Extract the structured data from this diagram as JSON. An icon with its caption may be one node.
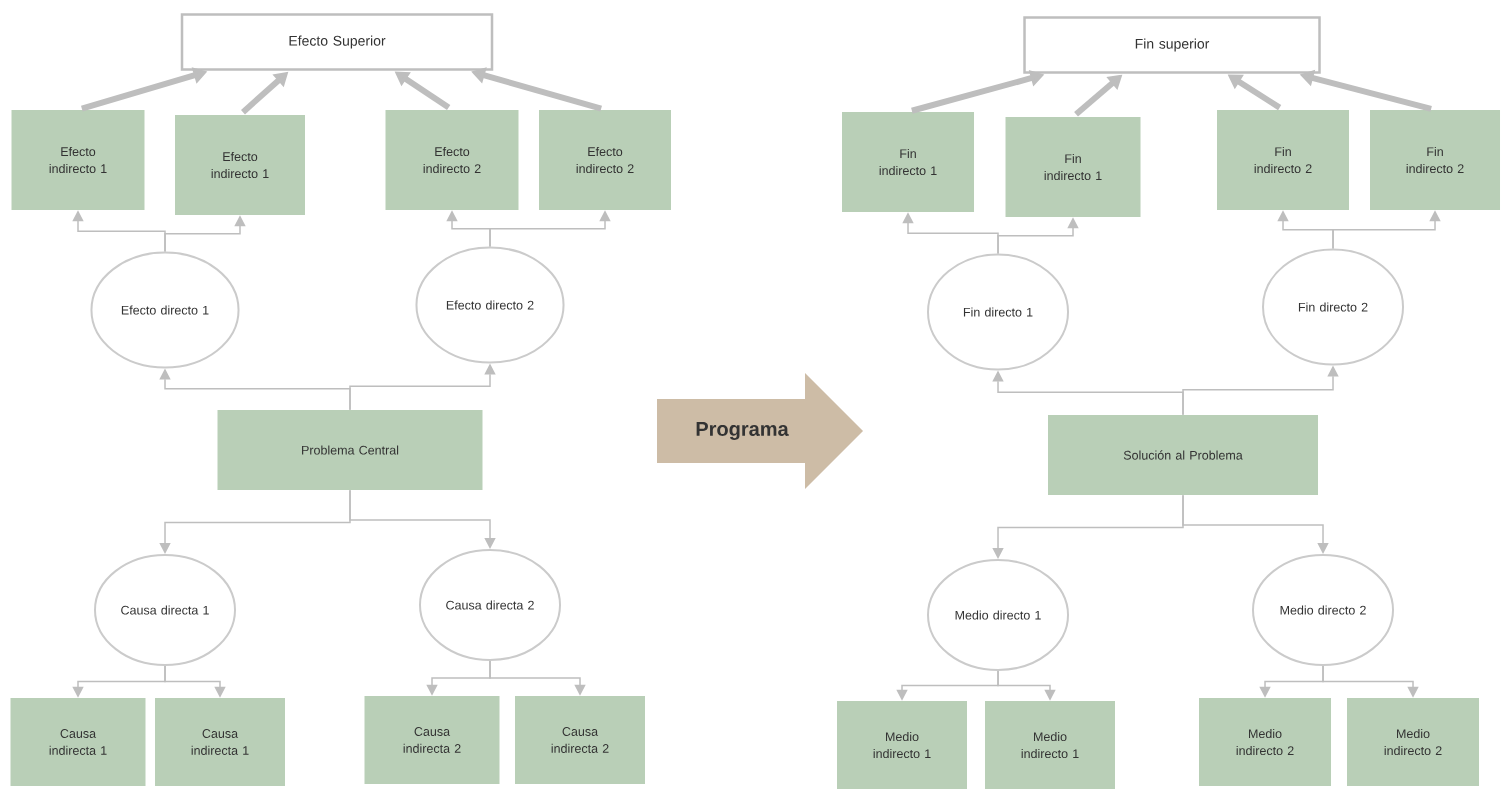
{
  "diagram": {
    "nodes": [
      {
        "text": [
          "Efecto Superior"
        ]
      },
      {
        "text": [
          "Efecto indirecto 1"
        ]
      },
      {
        "text": [
          "Efecto indirecto 1"
        ]
      },
      {
        "text": [
          "Efecto indirecto 2"
        ]
      },
      {
        "text": [
          "Efecto indirecto 2"
        ]
      },
      {
        "text": [
          "Efecto directo 1"
        ]
      },
      {
        "text": [
          "Efecto directo 2"
        ]
      },
      {
        "text": [
          "Problema Central"
        ]
      },
      {
        "text": [
          "Causa directa 1"
        ]
      },
      {
        "text": [
          "Causa directa 2"
        ]
      },
      {
        "text": [
          "Causa indirecta 1"
        ]
      },
      {
        "text": [
          "Causa indirecta 1"
        ]
      },
      {
        "text": [
          "Causa indirecta 2"
        ]
      },
      {
        "text": [
          "Causa indirecta 2"
        ]
      },
      {
        "text": [
          "Programa"
        ]
      },
      {
        "text": [
          "Fin superior"
        ]
      },
      {
        "text": [
          "Fin indirecto 1"
        ]
      },
      {
        "text": [
          "Fin indirecto 1"
        ]
      },
      {
        "text": [
          "Fin indirecto 2"
        ]
      },
      {
        "text": [
          "Fin indirecto 2"
        ]
      },
      {
        "text": [
          "Fin directo 1"
        ]
      },
      {
        "text": [
          "Fin directo 2"
        ]
      },
      {
        "text": [
          "Solución al Problema"
        ]
      },
      {
        "text": [
          "Medio directo 1"
        ]
      },
      {
        "text": [
          "Medio directo 2"
        ]
      },
      {
        "text": [
          "Medio indirecto 1"
        ]
      },
      {
        "text": [
          "Medio indirecto 1"
        ]
      },
      {
        "text": [
          "Medio indirecto 2"
        ]
      },
      {
        "text": [
          "Medio indirecto 2"
        ]
      }
    ],
    "edges": [
      {
        "from": 1,
        "to": 0,
        "arrow": "to",
        "style": "thick"
      },
      {
        "from": 2,
        "to": 0,
        "arrow": "to",
        "style": "thick"
      },
      {
        "from": 3,
        "to": 0,
        "arrow": "to",
        "style": "thick"
      },
      {
        "from": 4,
        "to": 0,
        "arrow": "to",
        "style": "thick"
      },
      {
        "from": 5,
        "to": 1,
        "arrow": "to"
      },
      {
        "from": 5,
        "to": 2,
        "arrow": "to"
      },
      {
        "from": 6,
        "to": 3,
        "arrow": "to"
      },
      {
        "from": 6,
        "to": 4,
        "arrow": "to"
      },
      {
        "from": 7,
        "to": 5,
        "arrow": "to"
      },
      {
        "from": 7,
        "to": 6,
        "arrow": "to"
      },
      {
        "from": 7,
        "to": 8,
        "arrow": "to"
      },
      {
        "from": 7,
        "to": 9,
        "arrow": "to"
      },
      {
        "from": 8,
        "to": 10,
        "arrow": "to"
      },
      {
        "from": 8,
        "to": 11,
        "arrow": "to"
      },
      {
        "from": 9,
        "to": 12,
        "arrow": "to"
      },
      {
        "from": 9,
        "to": 13,
        "arrow": "to"
      },
      {
        "from": 16,
        "to": 15,
        "arrow": "to",
        "style": "thick"
      },
      {
        "from": 17,
        "to": 15,
        "arrow": "to",
        "style": "thick"
      },
      {
        "from": 18,
        "to": 15,
        "arrow": "to",
        "style": "thick"
      },
      {
        "from": 19,
        "to": 15,
        "arrow": "to",
        "style": "thick"
      },
      {
        "from": 20,
        "to": 16,
        "arrow": "to"
      },
      {
        "from": 20,
        "to": 17,
        "arrow": "to"
      },
      {
        "from": 21,
        "to": 18,
        "arrow": "to"
      },
      {
        "from": 21,
        "to": 19,
        "arrow": "to"
      },
      {
        "from": 22,
        "to": 20,
        "arrow": "to"
      },
      {
        "from": 22,
        "to": 21,
        "arrow": "to"
      },
      {
        "from": 22,
        "to": 23,
        "arrow": "to"
      },
      {
        "from": 22,
        "to": 24,
        "arrow": "to"
      },
      {
        "from": 23,
        "to": 25,
        "arrow": "to"
      },
      {
        "from": 23,
        "to": 26,
        "arrow": "to"
      },
      {
        "from": 24,
        "to": 27,
        "arrow": "to"
      },
      {
        "from": 24,
        "to": 28,
        "arrow": "to"
      }
    ]
  }
}
